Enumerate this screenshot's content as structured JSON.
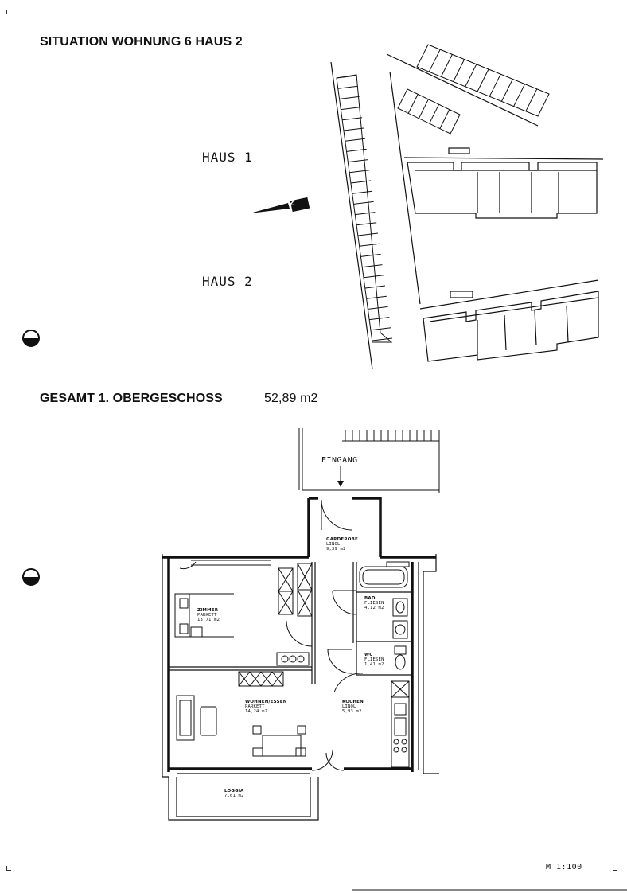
{
  "headings": {
    "situation": "SITUATION WOHNUNG 6  HAUS 2",
    "gesamt": "GESAMT 1. OBERGESCHOSS",
    "area_total": "52,89 m2"
  },
  "site": {
    "haus1": "HAUS 1",
    "haus2": "HAUS 2",
    "north_label": "Z"
  },
  "plan": {
    "eingang": "EINGANG",
    "scale": "M 1:100",
    "rooms": [
      {
        "name": "GARDEROBE",
        "floor": "LINOL",
        "area": "9,39 m2"
      },
      {
        "name": "BAD",
        "floor": "FLIESEN",
        "area": "4,12 m2"
      },
      {
        "name": "ZIMMER",
        "floor": "PARKETT",
        "area": "13,71 m2"
      },
      {
        "name": "WC",
        "floor": "FLIESEN",
        "area": "1,41 m2"
      },
      {
        "name": "WOHNEN/ESSEN",
        "floor": "PARKETT",
        "area": "14,24 m2"
      },
      {
        "name": "KOCHEN",
        "floor": "LINOL",
        "area": "5,93 m2"
      },
      {
        "name": "LOGGIA",
        "floor": "",
        "area": "7,61 m2"
      }
    ]
  }
}
